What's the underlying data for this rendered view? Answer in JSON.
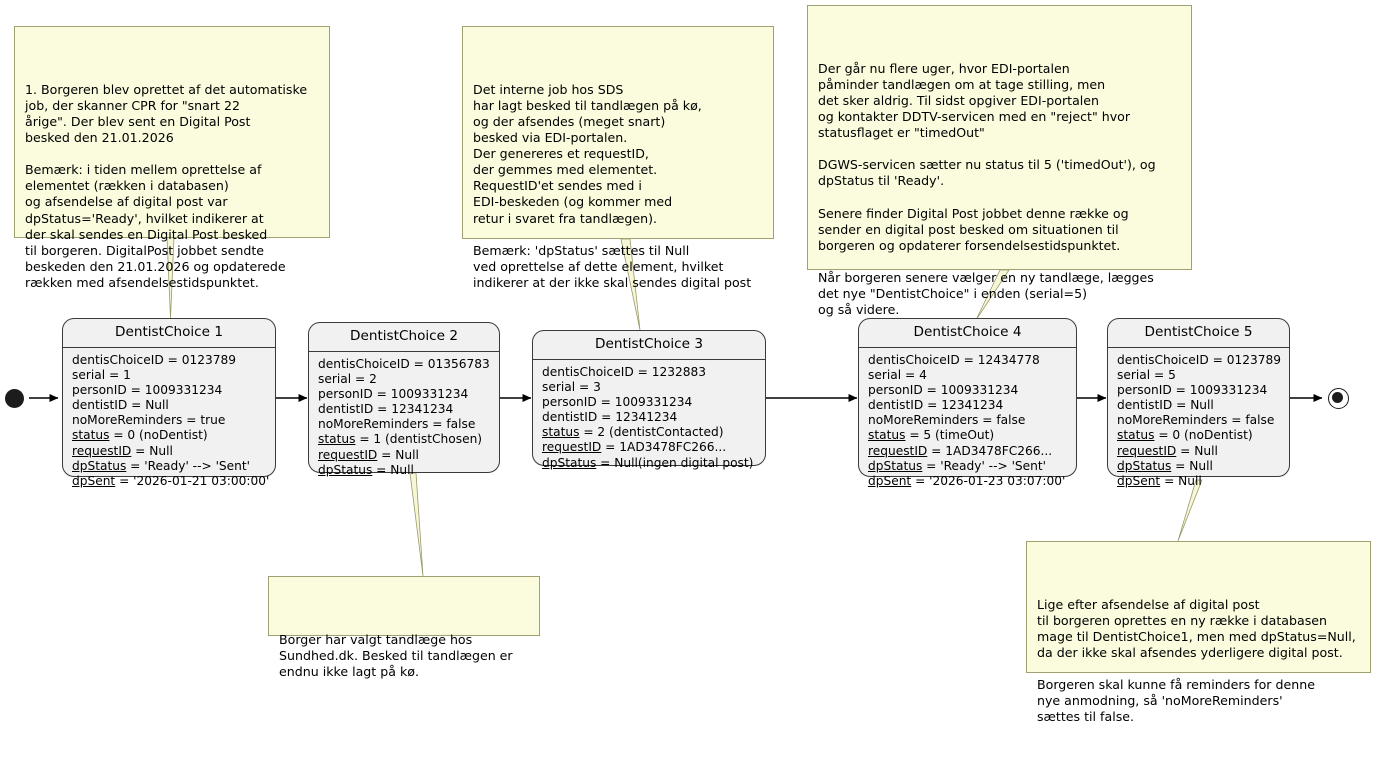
{
  "diagram": {
    "type": "uml-state-diagram",
    "title": "DentistChoice lifecycle",
    "colors": {
      "note_fill": "#fbfbdd",
      "note_border": "#a0a070",
      "state_fill": "#f1f1f1",
      "state_border": "#3a3a3a",
      "arrow": "#000000",
      "background": "#ffffff"
    }
  },
  "terminals": {
    "start": "initial-state-node",
    "end": "final-state-node"
  },
  "states": [
    {
      "id": "dentistchoice-1",
      "title": "DentistChoice 1",
      "attributes": [
        {
          "key": "dentisChoiceID",
          "value": "= 0123789",
          "underline": false
        },
        {
          "key": "serial",
          "value": "= 1",
          "underline": false
        },
        {
          "key": "personID",
          "value": "= 1009331234",
          "underline": false
        },
        {
          "key": "dentistID",
          "value": "= Null",
          "underline": false
        },
        {
          "key": "noMoreReminders",
          "value": "= true",
          "underline": false
        },
        {
          "key": "status",
          "value": "= 0 (noDentist)",
          "underline": true
        },
        {
          "key": "requestID",
          "value": "= Null",
          "underline": true
        },
        {
          "key": "dpStatus",
          "value": "= 'Ready' --> 'Sent'",
          "underline": true
        },
        {
          "key": "dpSent",
          "value": "= '2026-01-21 03:00:00'",
          "underline": true
        }
      ]
    },
    {
      "id": "dentistchoice-2",
      "title": "DentistChoice 2",
      "attributes": [
        {
          "key": "dentisChoiceID",
          "value": "= 01356783",
          "underline": false
        },
        {
          "key": "serial",
          "value": "= 2",
          "underline": false
        },
        {
          "key": "personID",
          "value": "= 1009331234",
          "underline": false
        },
        {
          "key": "dentistID",
          "value": "= 12341234",
          "underline": false
        },
        {
          "key": "noMoreReminders",
          "value": "= false",
          "underline": false
        },
        {
          "key": "status",
          "value": "= 1 (dentistChosen)",
          "underline": true
        },
        {
          "key": "requestID",
          "value": "= Null",
          "underline": true
        },
        {
          "key": "dpStatus",
          "value": "= Null",
          "underline": true
        }
      ]
    },
    {
      "id": "dentistchoice-3",
      "title": "DentistChoice 3",
      "attributes": [
        {
          "key": "dentisChoiceID",
          "value": "= 1232883",
          "underline": false
        },
        {
          "key": "serial",
          "value": "= 3",
          "underline": false
        },
        {
          "key": "personID",
          "value": "= 1009331234",
          "underline": false
        },
        {
          "key": "dentistID",
          "value": "= 12341234",
          "underline": false
        },
        {
          "key": "status",
          "value": "= 2 (dentistContacted)",
          "underline": true
        },
        {
          "key": "requestID",
          "value": "= 1AD3478FC266...",
          "underline": true
        },
        {
          "key": "dpStatus",
          "value": "= Null(ingen digital post)",
          "underline": true
        }
      ]
    },
    {
      "id": "dentistchoice-4",
      "title": "DentistChoice 4",
      "attributes": [
        {
          "key": "dentisChoiceID",
          "value": "= 12434778",
          "underline": false
        },
        {
          "key": "serial",
          "value": "= 4",
          "underline": false
        },
        {
          "key": "personID",
          "value": "= 1009331234",
          "underline": false
        },
        {
          "key": "dentistID",
          "value": "= 12341234",
          "underline": false
        },
        {
          "key": "noMoreReminders",
          "value": "= false",
          "underline": false
        },
        {
          "key": "status",
          "value": "= 5 (timeOut)",
          "underline": true
        },
        {
          "key": "requestID",
          "value": "= 1AD3478FC266...",
          "underline": true
        },
        {
          "key": "dpStatus",
          "value": "= 'Ready' --> 'Sent'",
          "underline": true
        },
        {
          "key": "dpSent",
          "value": "= '2026-01-23 03:07:00'",
          "underline": true
        }
      ]
    },
    {
      "id": "dentistchoice-5",
      "title": "DentistChoice 5",
      "attributes": [
        {
          "key": "dentisChoiceID",
          "value": "= 0123789",
          "underline": false
        },
        {
          "key": "serial",
          "value": "= 5",
          "underline": false
        },
        {
          "key": "personID",
          "value": "= 1009331234",
          "underline": false
        },
        {
          "key": "dentistID",
          "value": "= Null",
          "underline": false
        },
        {
          "key": "noMoreReminders",
          "value": "= false",
          "underline": false
        },
        {
          "key": "status",
          "value": "= 0 (noDentist)",
          "underline": true
        },
        {
          "key": "requestID",
          "value": "= Null",
          "underline": true
        },
        {
          "key": "dpStatus",
          "value": "= Null",
          "underline": true
        },
        {
          "key": "dpSent",
          "value": "= Null",
          "underline": true
        }
      ]
    }
  ],
  "notes": [
    {
      "id": "note-dentistchoice-1",
      "attached_to": "DentistChoice 1",
      "text": "1. Borgeren blev oprettet af det automatiske\njob, der skanner CPR for \"snart 22\nårige\". Der blev sent en Digital Post\nbesked den 21.01.2026\n\nBemærk: i tiden mellem oprettelse af\nelementet (rækken i databasen)\nog afsendelse af digital post var\ndpStatus='Ready', hvilket indikerer at\nder skal sendes en Digital Post besked\ntil borgeren. DigitalPost jobbet sendte\nbeskeden den 21.01.2026 og opdaterede\nrækken med afsendelsestidspunktet."
    },
    {
      "id": "note-dentistchoice-3",
      "attached_to": "DentistChoice 3",
      "text": "Det interne job hos SDS\nhar lagt besked til tandlægen på kø,\nog der afsendes (meget snart)\nbesked via EDI-portalen.\nDer genereres et requestID,\nder gemmes med elementet.\nRequestID'et sendes med i\nEDI-beskeden (og kommer med\nretur i svaret fra tandlægen).\n\nBemærk: 'dpStatus' sættes til Null\nved oprettelse af dette element, hvilket\nindikerer at der ikke skal sendes digital post"
    },
    {
      "id": "note-dentistchoice-4",
      "attached_to": "DentistChoice 4",
      "text": "Der går nu flere uger, hvor EDI-portalen\npåminder tandlægen om at tage stilling, men\ndet sker aldrig. Til sidst opgiver EDI-portalen\nog kontakter DDTV-servicen med en \"reject\" hvor\nstatusflaget er \"timedOut\"\n\nDGWS-servicen sætter nu status til 5 ('timedOut'), og\ndpStatus til 'Ready'.\n\nSenere finder Digital Post jobbet denne række og\nsender en digital post besked om situationen til\nborgeren og opdaterer forsendelsestidspunktet.\n\nNår borgeren senere vælger en ny tandlæge, lægges\ndet nye \"DentistChoice\" i enden (serial=5)\nog så videre."
    },
    {
      "id": "note-dentistchoice-2",
      "attached_to": "DentistChoice 2",
      "text": "Borger har valgt tandlæge hos\nSundhed.dk. Besked til tandlægen er\nendnu ikke lagt på kø."
    },
    {
      "id": "note-dentistchoice-5",
      "attached_to": "DentistChoice 5",
      "text": "Lige efter afsendelse af digital post\ntil borgeren oprettes en ny række i databasen\nmage til DentistChoice1, men med dpStatus=Null,\nda der ikke skal afsendes yderligere digital post.\n\nBorgeren skal kunne få reminders for denne\nnye anmodning, så 'noMoreReminders'\nsættes til false."
    }
  ],
  "transitions": [
    {
      "from": "start",
      "to": "DentistChoice 1",
      "label": ""
    },
    {
      "from": "DentistChoice 1",
      "to": "DentistChoice 2",
      "label": ""
    },
    {
      "from": "DentistChoice 2",
      "to": "DentistChoice 3",
      "label": ""
    },
    {
      "from": "DentistChoice 3",
      "to": "DentistChoice 4",
      "label": ""
    },
    {
      "from": "DentistChoice 4",
      "to": "DentistChoice 5",
      "label": ""
    },
    {
      "from": "DentistChoice 5",
      "to": "end",
      "label": ""
    }
  ]
}
